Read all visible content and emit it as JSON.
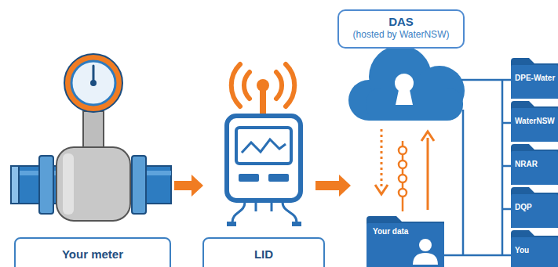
{
  "diagram": {
    "nodes": [
      {
        "text": [
          "Your meter"
        ]
      },
      {
        "text": [
          "LID"
        ]
      },
      {
        "text": [
          "DAS",
          "(hosted by WaterNSW)"
        ]
      },
      {
        "text": [
          "DPE-Water"
        ]
      },
      {
        "text": [
          "WaterNSW"
        ]
      },
      {
        "text": [
          "NRAR"
        ]
      },
      {
        "text": [
          "DQP"
        ]
      },
      {
        "text": [
          "Your data"
        ]
      },
      {
        "text": [
          "You"
        ]
      }
    ]
  }
}
